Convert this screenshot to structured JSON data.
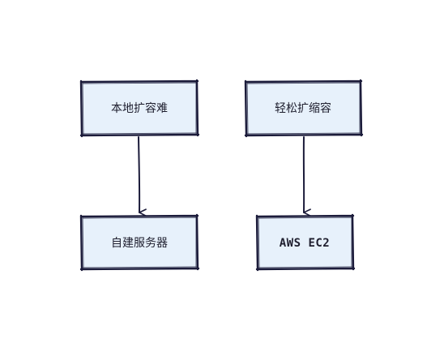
{
  "colors": {
    "box_fill": "#e7f1fb",
    "stroke": "#1b1b3a",
    "text": "#1e1e2e"
  },
  "nodes": {
    "local_hard_scale": {
      "label": "本地扩容难"
    },
    "easy_scale": {
      "label": "轻松扩缩容"
    },
    "self_built_servers": {
      "label": "自建服务器"
    },
    "aws_ec2": {
      "label": "AWS EC2"
    }
  }
}
